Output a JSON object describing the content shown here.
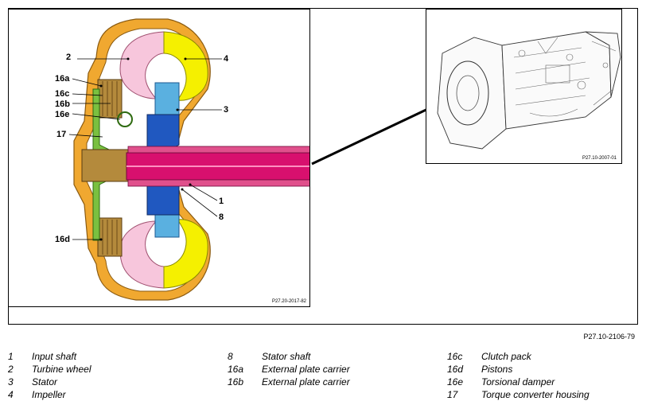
{
  "figure": {
    "reference": "P27.10-2106-79",
    "left_panel_reference": "P27.20-2017-82",
    "right_panel_reference": "P27.10-2007-01"
  },
  "callouts": {
    "c2": "2",
    "c4": "4",
    "c16a": "16a",
    "c16c": "16c",
    "c16b": "16b",
    "c3": "3",
    "c16e": "16e",
    "c17": "17",
    "c1": "1",
    "c8": "8",
    "c16d": "16d"
  },
  "colors": {
    "housing": "#f0a830",
    "turbine": "#f7c6dc",
    "impeller": "#f5f000",
    "stator": "#5ab0e0",
    "stator_hub": "#2058c0",
    "shaft": "#d8106e",
    "clutch": "#b48a3c",
    "damper": "#7ac040"
  },
  "legend": [
    [
      {
        "key": "1",
        "label": "Input shaft"
      },
      {
        "key": "2",
        "label": "Turbine wheel"
      },
      {
        "key": "3",
        "label": "Stator"
      },
      {
        "key": "4",
        "label": "Impeller"
      }
    ],
    [
      {
        "key": "8",
        "label": "Stator shaft"
      },
      {
        "key": "16a",
        "label": "External plate carrier"
      },
      {
        "key": "16b",
        "label": "External plate carrier"
      }
    ],
    [
      {
        "key": "16c",
        "label": "Clutch pack"
      },
      {
        "key": "16d",
        "label": "Pistons"
      },
      {
        "key": "16e",
        "label": "Torsional damper"
      },
      {
        "key": "17",
        "label": "Torque converter housing"
      }
    ]
  ]
}
